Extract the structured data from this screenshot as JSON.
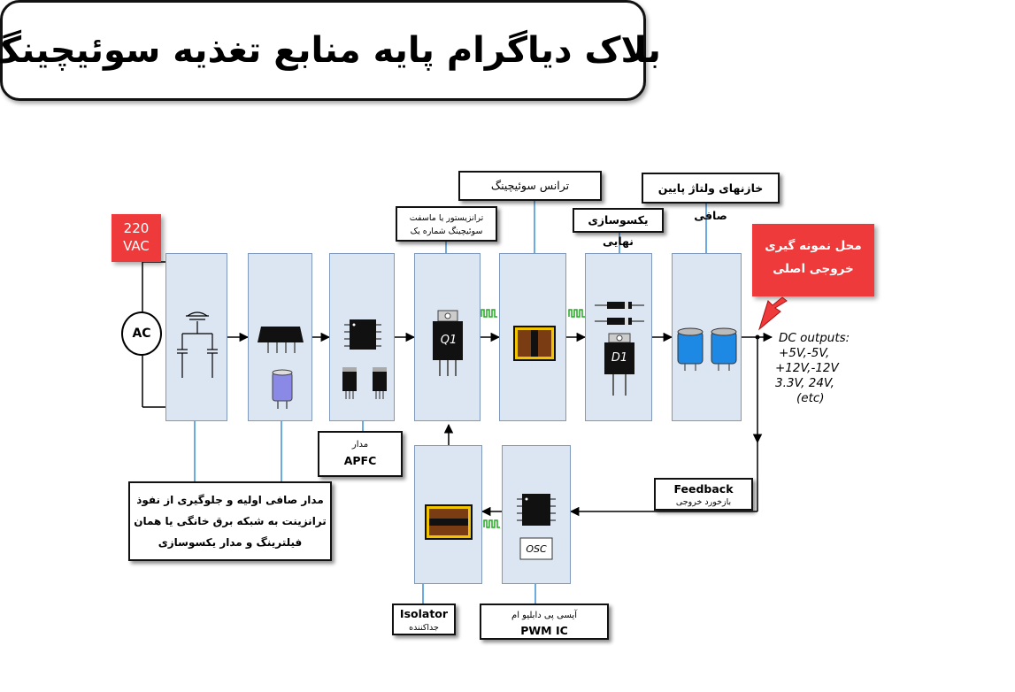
{
  "title": "بلاک دیاگرام پایه منابع تغذیه سوئیچینگ",
  "input": {
    "voltage_line1": "220",
    "voltage_line2": "VAC",
    "source_label": "AC"
  },
  "callouts": {
    "switch_transformer": "ترانس سوئیچینگ",
    "switch_transistor_line1": "ترانزیستور یا ماسفت",
    "switch_transistor_line2": "سوئیچینگ شماره یک",
    "final_rectifier": "یکسوسازی نهایی",
    "low_voltage_caps": "خازنهای ولتاژ پایین صافی",
    "sampling_line1": "محل نمونه گیری",
    "sampling_line2": "خروجی اصلی",
    "apfc_line1": "مدار",
    "apfc_line2": "APFC",
    "input_filter_line1": "مدار صافی اولیه و جلوگیری از نفوذ",
    "input_filter_line2": "ترانزینت به شبکه برق خانگی  یا همان",
    "input_filter_line3": "فیلترینگ و مدار یکسوسازی",
    "feedback_line1": "Feedback",
    "feedback_line2": "بازخورد خروجی",
    "isolator_line1": "Isolator",
    "isolator_line2": "جداکننده",
    "pwm_line1": "آیسی پی دابلیو ام",
    "pwm_line2": "PWM IC"
  },
  "component_labels": {
    "q1": "Q1",
    "d1": "D1",
    "osc": "OSC"
  },
  "dc_outputs": {
    "line1": "DC outputs:",
    "line2": "+5V,-5V,",
    "line3": "+12V,-12V",
    "line4": "3.3V,  24V,",
    "line5": "(etc)"
  },
  "colors": {
    "block_fill": "#dce6f3",
    "block_border": "#7f99bd",
    "callout_red": "#ee3a3a",
    "leader_blue": "#3b8fd9",
    "signal_green": "#22aa22"
  }
}
